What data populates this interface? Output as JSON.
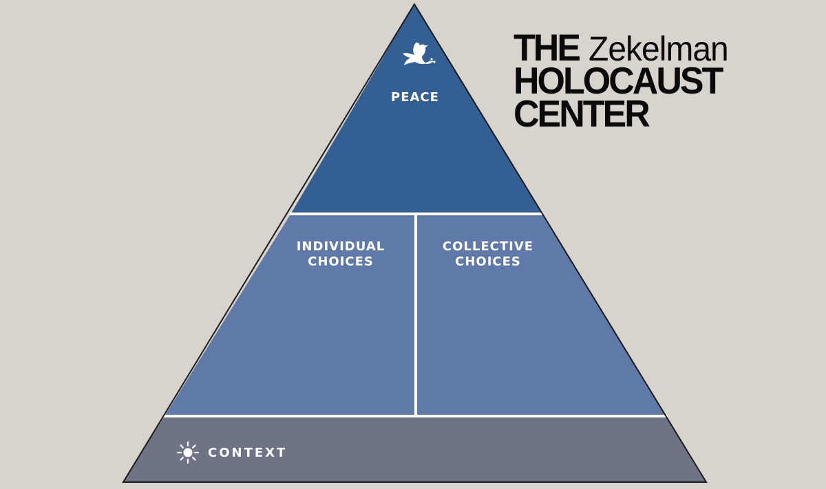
{
  "colors": {
    "background": "#d8d3cc",
    "peace_tier": "#335f93",
    "choices_tier": "#5f7aa9",
    "context_tier": "#6f7386",
    "outline": "#1a1a1a",
    "divider": "#ffffff"
  },
  "pyramid": {
    "peace": {
      "label": "PEACE",
      "icon": "dove-icon"
    },
    "individual": {
      "label": "INDIVIDUAL\nCHOICES"
    },
    "collective": {
      "label": "COLLECTIVE\nCHOICES"
    },
    "context": {
      "label": "CONTEXT",
      "icon": "sun-icon"
    }
  },
  "logo": {
    "the": "THE",
    "name": "Zekelman",
    "line2": "HOLOCAUST",
    "line3": "CENTER"
  }
}
